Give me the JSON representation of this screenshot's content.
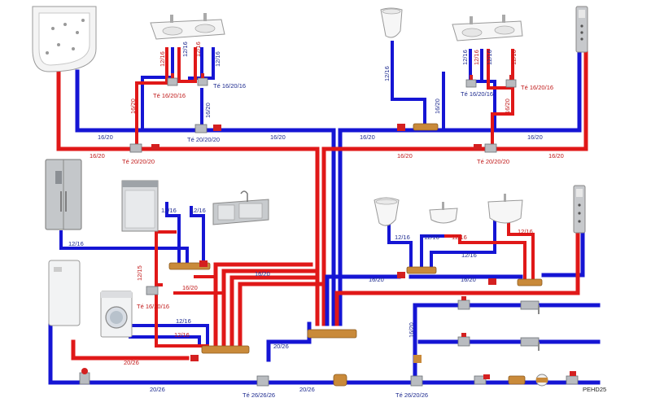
{
  "colors": {
    "cold_pipe": "#1515d4",
    "hot_pipe": "#e01818",
    "manifold": "#c98a3a",
    "valve_handle": "#d42020",
    "fixture": "#f2f2f2",
    "fixture_edge": "#9a9a9a",
    "steel": "#b9bcc0",
    "label_blue": "#1d2a8f",
    "label_red": "#c01818"
  },
  "fixtures": [
    {
      "name": "jacuzzi-bathtub",
      "icon": "bathtub-icon"
    },
    {
      "name": "double-washbasin-top-left",
      "icon": "washbasin-icon"
    },
    {
      "name": "urinal-top",
      "icon": "urinal-icon"
    },
    {
      "name": "double-washbasin-top-right",
      "icon": "washbasin-icon"
    },
    {
      "name": "shower-panel-top",
      "icon": "shower-panel-icon"
    },
    {
      "name": "refrigerator",
      "icon": "refrigerator-icon"
    },
    {
      "name": "dishwasher",
      "icon": "dishwasher-icon"
    },
    {
      "name": "kitchen-sink",
      "icon": "sink-icon"
    },
    {
      "name": "urinal-middle",
      "icon": "urinal-icon"
    },
    {
      "name": "small-washbasin",
      "icon": "washbasin-icon"
    },
    {
      "name": "washbasin-middle",
      "icon": "washbasin-icon"
    },
    {
      "name": "shower-panel-middle",
      "icon": "shower-panel-icon"
    },
    {
      "name": "water-heater",
      "icon": "water-heater-icon"
    },
    {
      "name": "washing-machine",
      "icon": "washing-machine-icon"
    }
  ],
  "labels": {
    "l1": "12/16",
    "l2": "12/16",
    "l3": "12/16",
    "l4": "12/16",
    "l5": "16/20",
    "l6": "Té 16/20/16",
    "l7": "Té 16/20/16",
    "l8": "16/20",
    "l9": "Té 20/20/20",
    "l10": "16/20",
    "l11": "16/20",
    "l12": "Té 20/20/20",
    "l13": "16/20",
    "l14": "12/16",
    "l15": "16/20",
    "l16": "12/16",
    "l17": "12/16",
    "l18": "12/16",
    "l19": "12/16",
    "l20": "16/20",
    "l21": "Té 16/20/16",
    "l22": "Té 16/20/16",
    "l23": "16/20",
    "l24": "16/20",
    "l25": "16/20",
    "l26": "16/20",
    "l27": "Té 20/20/20",
    "l28": "12/16",
    "l29": "12/16",
    "l30": "12/16",
    "l31": "12/16",
    "l32": "12/16",
    "l33": "12/15",
    "l34": "16/20",
    "l35": "Té 16/20/16",
    "l36": "12/16",
    "l37": "12/16",
    "l38": "12/16",
    "l39": "12/16",
    "l40": "12/16",
    "l41": "12/16",
    "l42": "12/16",
    "l43": "16/20",
    "l44": "16/20",
    "l45": "16/20",
    "l46": "20/26",
    "l47": "20/26",
    "l48": "20/26",
    "l49": "Té 26/26/26",
    "l50": "20/26",
    "l51": "Té 26/20/26",
    "l52": "16/20",
    "l53": "PEHD25"
  }
}
